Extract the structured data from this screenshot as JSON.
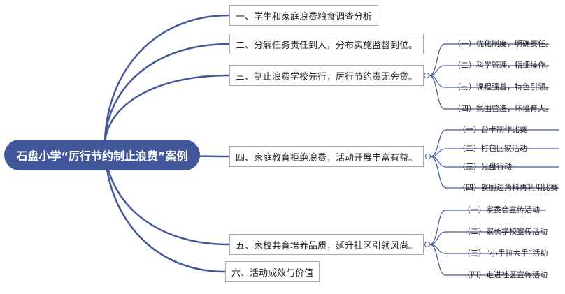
{
  "root": {
    "label": "石盘小学“厉行节约制止浪费”案例"
  },
  "branches": [
    {
      "label": "一、学生和家庭浪费粮食调查分析",
      "children": []
    },
    {
      "label": "二、分解任务责任到人，分布实施监督到位。",
      "children": []
    },
    {
      "label": "三、制止浪费学校先行，厉行节约责无旁贷。",
      "children": [
        "（一）优化制度，明确责任。",
        "（二）科学管理，精细操作。",
        "（三）课程强基，特色引领。",
        "（四）氛围营造，环境育人。"
      ]
    },
    {
      "label": "四、家庭教育拒绝浪费，活动开展丰富有益。",
      "children": [
        "（一）台卡制作比赛",
        "（二）打包回家活动",
        "（三）光盘行动",
        "（四）餐厨边角料再利用比赛"
      ]
    },
    {
      "label": "五、家校共育培养品质，延升社区引领风尚。",
      "children": [
        "（一）家委会宣传活动",
        "（二）家长学校宣传活动",
        "（三）“小手拉大手”活动",
        "（四）走进社区宣传活动"
      ]
    },
    {
      "label": "六、活动成效与价值",
      "children": []
    }
  ],
  "colors": {
    "root_fill": "#42579a",
    "edge": "#42579a",
    "box_border": "#a0a8bf"
  }
}
